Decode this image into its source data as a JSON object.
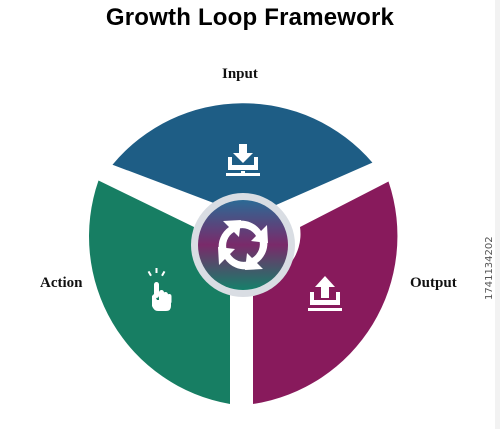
{
  "title": "Growth Loop Framework",
  "segments": {
    "input": {
      "label": "Input",
      "color": "#1e5d85",
      "icon": "download-tray-icon"
    },
    "action": {
      "label": "Action",
      "color": "#177e63",
      "icon": "hand-tap-icon"
    },
    "output": {
      "label": "Output",
      "color": "#881a5c",
      "icon": "upload-tray-icon"
    }
  },
  "center": {
    "icon": "cycle-arrows-icon",
    "gradient": [
      "#2c6a95",
      "#7a2a6a",
      "#15806a"
    ]
  },
  "watermark": "1741134202"
}
